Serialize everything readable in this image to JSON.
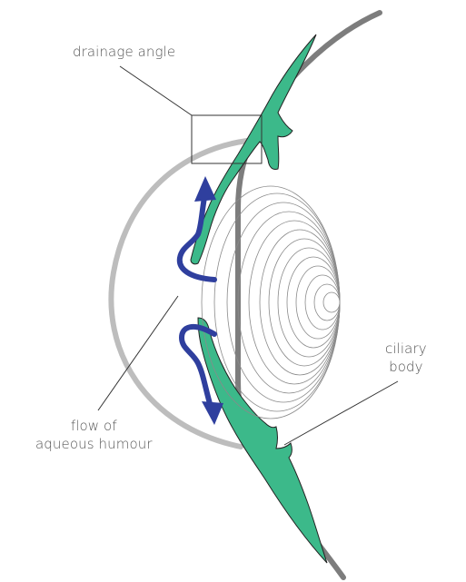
{
  "labels": {
    "drainage_angle": "drainage angle",
    "ciliary_body_line1": "ciliary",
    "ciliary_body_line2": "body",
    "flow_line1": "flow of",
    "flow_line2": "aqueous humour"
  },
  "colors": {
    "sclera": "#7d7d7d",
    "cornea": "#bdbdbd",
    "iris_tissue": "#3cb98a",
    "tissue_outline": "#222222",
    "flow_arrow": "#2f3f9e",
    "lens_lines": "#8a8a8a",
    "leader_lines": "#333333",
    "label_text": "#555555"
  },
  "icons": {
    "flow_up": "arrow-up-icon",
    "flow_down": "arrow-down-icon"
  }
}
